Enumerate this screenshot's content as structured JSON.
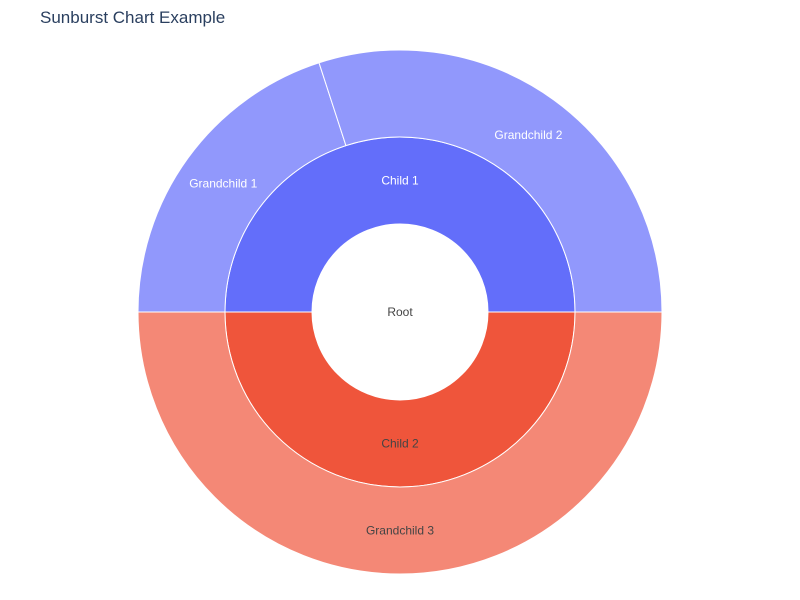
{
  "chart_data": {
    "type": "sunburst",
    "title": "Sunburst Chart Example",
    "root": {
      "label": "Root",
      "color": "#ffffff",
      "text_color": "#444444"
    },
    "children": [
      {
        "label": "Child 1",
        "value": 50,
        "color": "#636efa",
        "text_color": "#ffffff",
        "children": [
          {
            "label": "Grandchild 1",
            "value": 20,
            "color": "#9198fc",
            "text_color": "#ffffff"
          },
          {
            "label": "Grandchild 2",
            "value": 30,
            "color": "#9198fc",
            "text_color": "#ffffff"
          }
        ]
      },
      {
        "label": "Child 2",
        "value": 50,
        "color": "#ef553b",
        "text_color": "#444444",
        "children": [
          {
            "label": "Grandchild 3",
            "value": 50,
            "color": "#f48876",
            "text_color": "#444444"
          }
        ]
      }
    ]
  }
}
